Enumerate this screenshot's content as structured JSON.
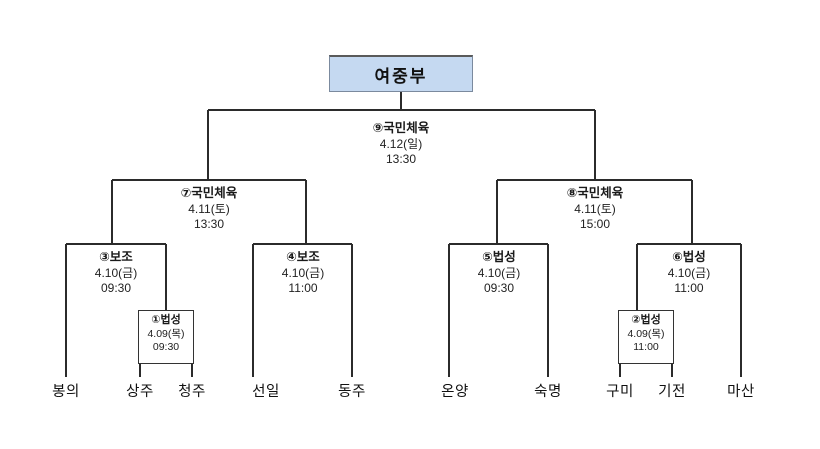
{
  "title": {
    "text": "여중부"
  },
  "bracket": {
    "type": "single-elimination-tournament",
    "rounds": [
      {
        "name": "final",
        "matches": [
          {
            "id": "m9",
            "label": "⑨국민체육",
            "date": "4.12(일)",
            "time": "13:30",
            "venue": "국민체육",
            "number": "9"
          }
        ]
      },
      {
        "name": "semifinal",
        "matches": [
          {
            "id": "m7",
            "label": "⑦국민체육",
            "date": "4.11(토)",
            "time": "13:30",
            "venue": "국민체육",
            "number": "7"
          },
          {
            "id": "m8",
            "label": "⑧국민체육",
            "date": "4.11(토)",
            "time": "15:00",
            "venue": "국민체육",
            "number": "8"
          }
        ]
      },
      {
        "name": "quarterfinal",
        "matches": [
          {
            "id": "m3",
            "label": "③보조",
            "date": "4.10(금)",
            "time": "09:30",
            "venue": "보조",
            "number": "3"
          },
          {
            "id": "m4",
            "label": "④보조",
            "date": "4.10(금)",
            "time": "11:00",
            "venue": "보조",
            "number": "4"
          },
          {
            "id": "m5",
            "label": "⑤법성",
            "date": "4.10(금)",
            "time": "09:30",
            "venue": "법성",
            "number": "5"
          },
          {
            "id": "m6",
            "label": "⑥법성",
            "date": "4.10(금)",
            "time": "11:00",
            "venue": "법성",
            "number": "6"
          }
        ]
      },
      {
        "name": "preliminary",
        "matches": [
          {
            "id": "m1",
            "label": "①법성",
            "date": "4.09(목)",
            "time": "09:30",
            "venue": "법성",
            "number": "1"
          },
          {
            "id": "m2",
            "label": "②법성",
            "date": "4.09(목)",
            "time": "11:00",
            "venue": "법성",
            "number": "2"
          }
        ]
      }
    ],
    "teams": [
      {
        "id": "t1",
        "name": "봉의"
      },
      {
        "id": "t2",
        "name": "상주"
      },
      {
        "id": "t3",
        "name": "청주"
      },
      {
        "id": "t4",
        "name": "선일"
      },
      {
        "id": "t5",
        "name": "동주"
      },
      {
        "id": "t6",
        "name": "온양"
      },
      {
        "id": "t7",
        "name": "숙명"
      },
      {
        "id": "t8",
        "name": "구미"
      },
      {
        "id": "t9",
        "name": "기전"
      },
      {
        "id": "t10",
        "name": "마산"
      }
    ]
  },
  "colors": {
    "title_fill": "#c5d9f1",
    "title_border": "#7b8a9e",
    "line": "#2b2b2b",
    "text": "#111111"
  }
}
